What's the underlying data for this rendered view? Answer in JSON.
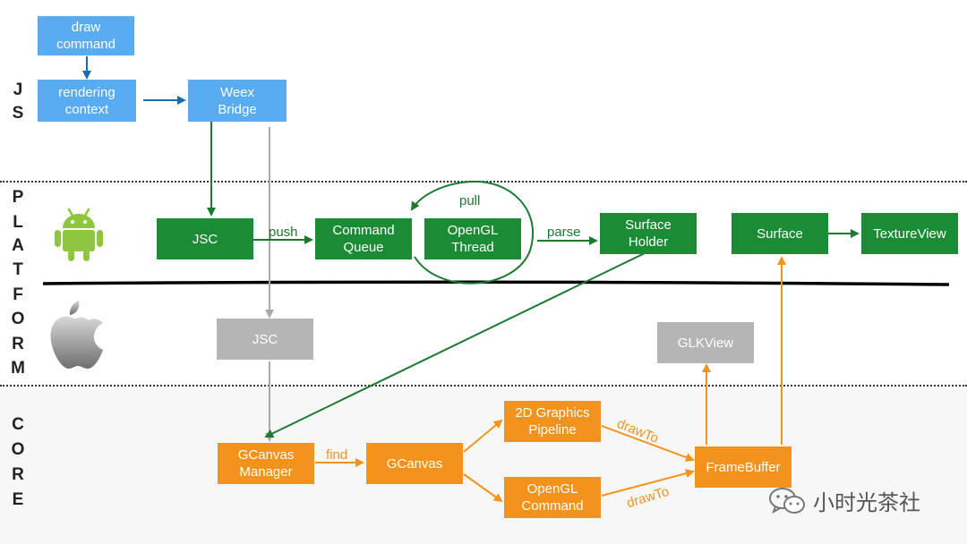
{
  "sections": {
    "js": [
      "J",
      "S"
    ],
    "platform": [
      "P",
      "L",
      "A",
      "T",
      "F",
      "O",
      "R",
      "M"
    ],
    "core": [
      "C",
      "O",
      "R",
      "E"
    ]
  },
  "nodes": {
    "draw_command": "draw\ncommand",
    "rendering_context": "rendering\ncontext",
    "weex_bridge": "Weex\nBridge",
    "jsc_android": "JSC",
    "command_queue": "Command\nQueue",
    "opengl_thread": "OpenGL\nThread",
    "surface_holder": "Surface\nHolder",
    "surface": "Surface",
    "texture_view": "TextureView",
    "jsc_ios": "JSC",
    "glkview": "GLKView",
    "gcanvas_manager": "GCanvas\nManager",
    "gcanvas": "GCanvas",
    "graphics_pipeline": "2D  Graphics\nPipeline",
    "opengl_command": "OpenGL\nCommand",
    "framebuffer": "FrameBuffer"
  },
  "edge_labels": {
    "push": "push",
    "pull": "pull",
    "parse": "parse",
    "find": "find",
    "draw_to_1": "drawTo",
    "draw_to_2": "drawTo"
  },
  "icons": {
    "android": "android-robot-icon",
    "apple": "apple-logo-icon",
    "wechat": "wechat-logo-icon"
  },
  "watermark": "小时光茶社",
  "colors": {
    "js_blue": "#5aacf2",
    "android_green": "#1b8c35",
    "ios_gray": "#b5b5b5",
    "core_orange": "#f3931d"
  }
}
